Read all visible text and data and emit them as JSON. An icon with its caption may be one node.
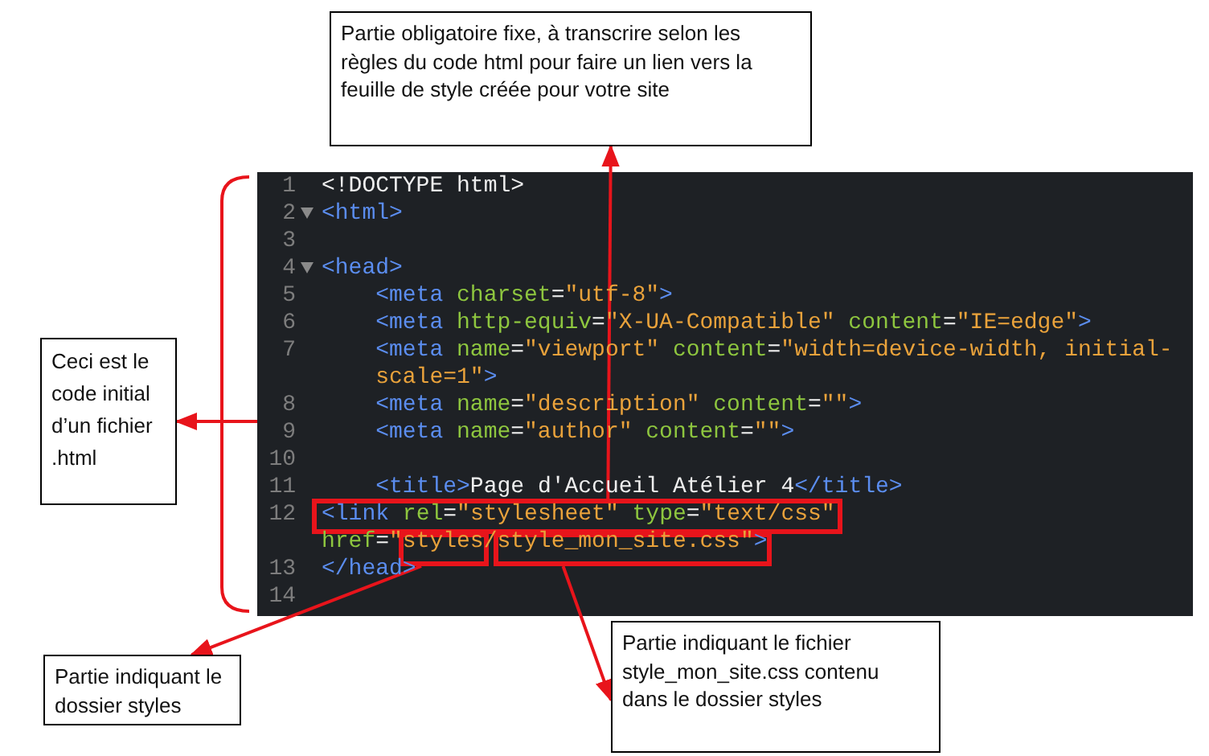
{
  "diagram": {
    "nodes": [
      {
        "text": [
          "Partie obligatoire fixe, à transcrire selon les règles du code html pour faire un lien vers la feuille de style créée pour votre site"
        ]
      },
      {
        "text": [
          "Ceci est le code initial d’un fichier .html"
        ]
      },
      {
        "text": [],
        "shape": "box"
      },
      {
        "text": [],
        "shape": "box",
        "in": 2
      },
      {
        "text": [],
        "shape": "box",
        "in": 2
      },
      {
        "text": [],
        "shape": "box",
        "in": 2
      },
      {
        "text": [
          "Partie indiquant le dossier styles"
        ]
      },
      {
        "text": [
          "Partie indiquant le fichier style_mon_site.css contenu dans le dossier styles"
        ]
      }
    ],
    "edges": [
      {
        "from": 3,
        "to": 0,
        "arrow": "to"
      },
      {
        "from": 2,
        "to": 1,
        "arrow": "to"
      },
      {
        "from": 4,
        "to": 6,
        "arrow": "to"
      },
      {
        "from": 5,
        "to": 7,
        "arrow": "to"
      }
    ],
    "labels": [
      "1",
      "<!DOCTYPE html>",
      "2",
      "<html>",
      "3",
      "4",
      "<head>",
      "5",
      "<meta charset=\"utf-8\">",
      "6",
      "<meta http-equiv=\"X-UA-Compatible\" content=\"IE=edge\">",
      "7",
      "<meta name=\"viewport\" content=\"width=device-width, initial-",
      "scale=1\">",
      "8",
      "<meta name=\"description\" content=\"\">",
      "9",
      "<meta name=\"author\" content=\"\">",
      "10",
      "11",
      "<title>Page d'Accueil Atélier 4</title>",
      "12",
      "<link rel=\"stylesheet\" type=\"text/css\"",
      "href=\"styles/style_mon_site.css\">",
      "13",
      "</head>",
      "14"
    ]
  }
}
